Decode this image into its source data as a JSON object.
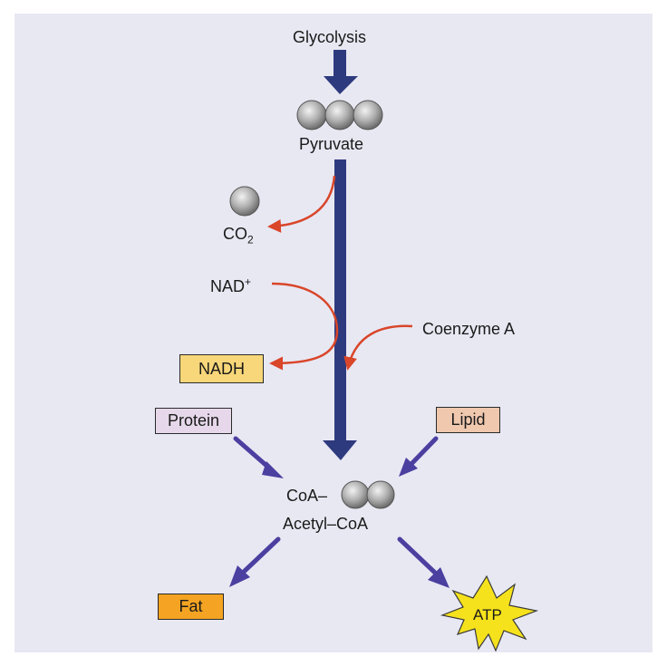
{
  "title": "Formation of Acetyl-CoA",
  "nodes": {
    "glycolysis": "Glycolysis",
    "pyruvate": "Pyruvate",
    "co2": {
      "base": "CO",
      "sub": "2"
    },
    "nad_plus": {
      "base": "NAD",
      "sup": "+"
    },
    "nadh": "NADH",
    "coenzyme_a": "Coenzyme A",
    "protein": "Protein",
    "lipid": "Lipid",
    "coa_prefix": "CoA–",
    "acetyl_coa": "Acetyl–CoA",
    "fat": "Fat",
    "atp": "ATP"
  },
  "colors": {
    "background": "#e8e8f3",
    "main_arrow": "#2e3a7e",
    "side_arrow": "#d9462a",
    "branch_arrow": "#4b3fa0",
    "nadh_box": "#f8d77a",
    "protein_box": "#e6d8ea",
    "lipid_box": "#efc8ae",
    "fat_box": "#f4a422",
    "atp_burst": "#f5e21c",
    "sphere": "#a9a9a9"
  }
}
